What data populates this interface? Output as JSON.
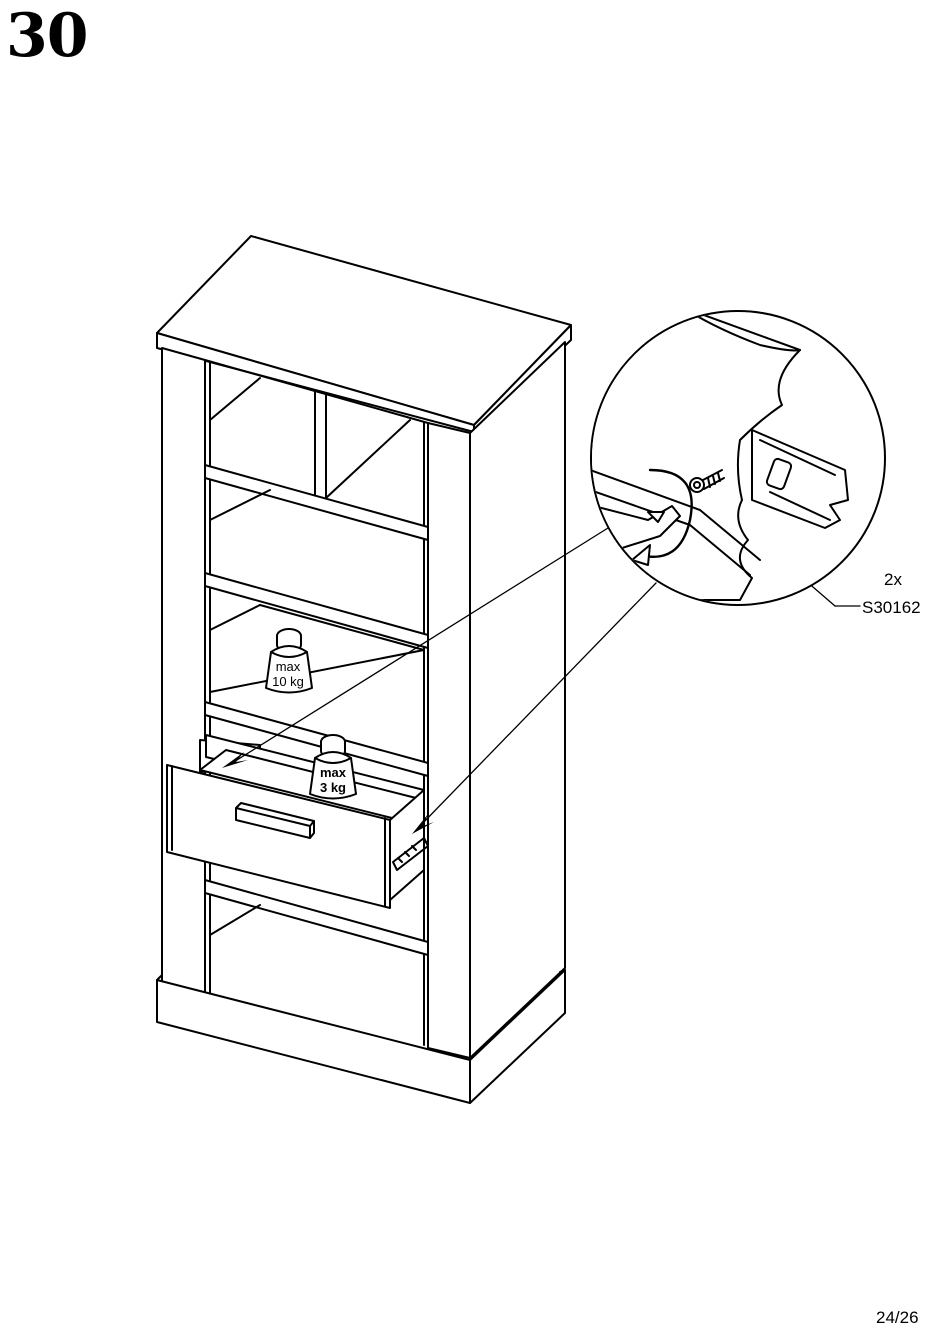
{
  "step": {
    "number": "30"
  },
  "hardware": {
    "quantity": "2x",
    "part_code": "S30162"
  },
  "weights": {
    "shelf": {
      "line1": "max",
      "line2": "10 kg"
    },
    "drawer": {
      "line1": "max",
      "line2": "3 kg"
    }
  },
  "footer": {
    "page": "24/26"
  }
}
